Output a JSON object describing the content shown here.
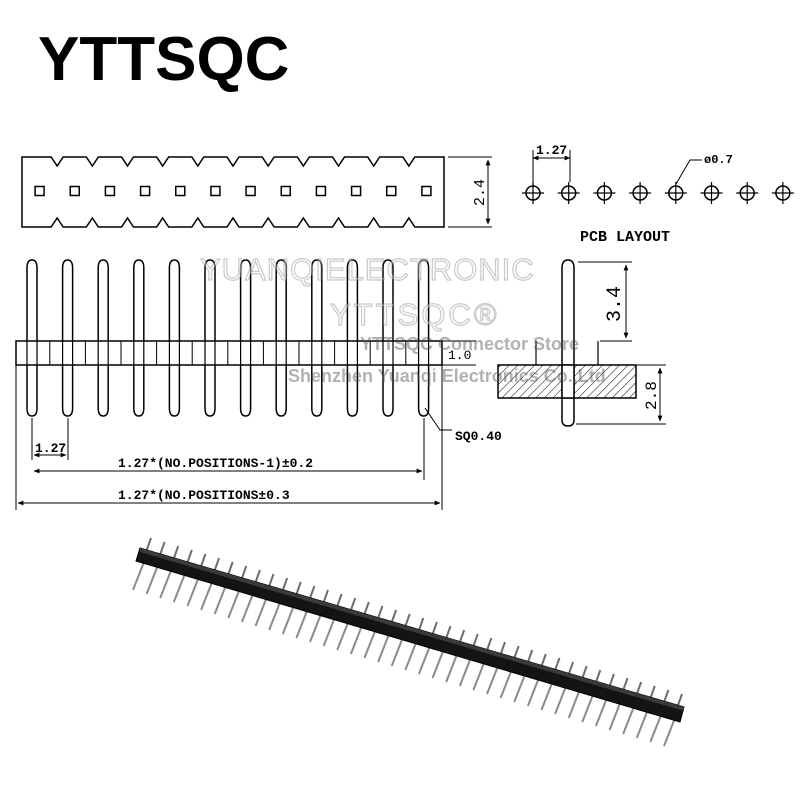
{
  "brand": "YTTSQC",
  "watermark": {
    "company_en": "YUANQIELECTRONIC",
    "brand_reg": "YTTSQC®",
    "store": "YTTSQC Connector Store",
    "company_full": "Shenzhen Yuanqi Electronics Co.,Ltd"
  },
  "pcb_layout": {
    "label": "PCB LAYOUT",
    "pitch": "1.27",
    "hole": "ø0.7",
    "hole_count": 8
  },
  "top_view": {
    "height_dim": "2.4",
    "pin_count": 12
  },
  "front_view": {
    "pitch_dim": "1.27",
    "length_formula_1": "1.27*(NO.POSITIONS-1)±0.2",
    "length_formula_2": "1.27*(NO.POSITIONS±0.3",
    "pin_size": "SQ0.40",
    "body_thickness": "1.0"
  },
  "side_view": {
    "upper_pin": "3.4",
    "lower_pin": "2.8"
  },
  "product_photo": {
    "pin_count": 40
  }
}
